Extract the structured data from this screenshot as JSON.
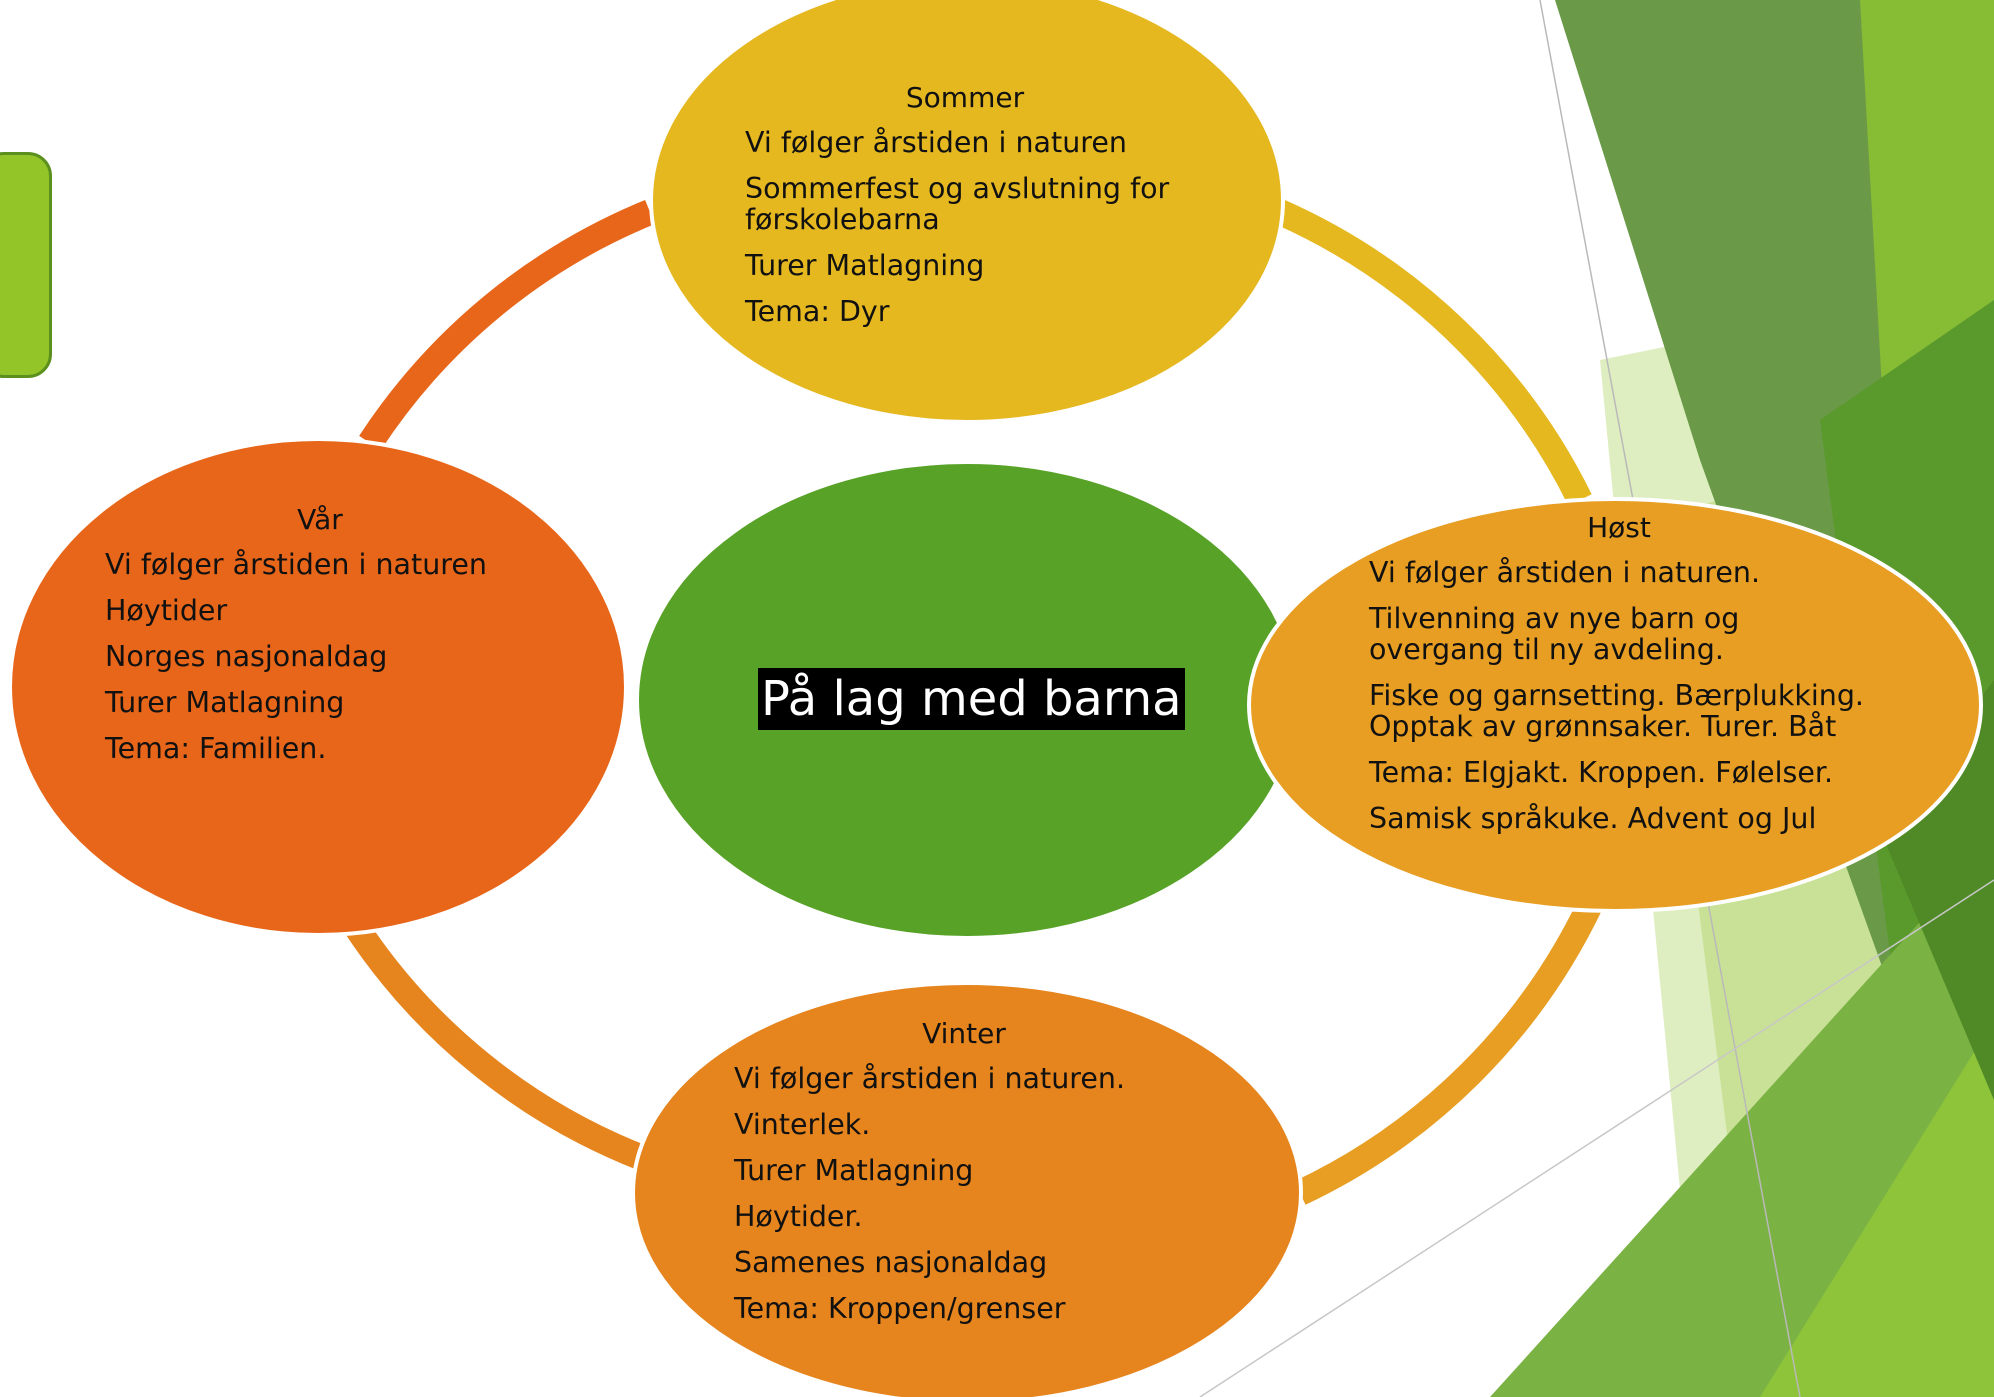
{
  "center": {
    "title": "På lag med barna",
    "color": "#57a227"
  },
  "seasons": {
    "sommer": {
      "title": "Sommer",
      "color": "#e5b820",
      "items": [
        "Vi følger årstiden i naturen",
        "Sommerfest og avslutning for\nførskolebarna",
        "Turer Matlagning",
        "Tema: Dyr"
      ]
    },
    "host": {
      "title": "Høst",
      "color": "#e79e22",
      "items": [
        "Vi følger årstiden i naturen.",
        "Tilvenning av nye barn og\novergang til ny avdeling.",
        "Fiske og garnsetting. Bærplukking.\nOpptak av grønnsaker. Turer. Båt",
        "Tema: Elgjakt. Kroppen. Følelser.",
        "Samisk språkuke. Advent og Jul"
      ]
    },
    "vinter": {
      "title": "Vinter",
      "color": "#e6841d",
      "items": [
        "Vi følger årstiden i naturen.",
        "Vinterlek.",
        "Turer Matlagning",
        "Høytider.",
        "Samenes nasjonaldag",
        "Tema: Kroppen/grenser"
      ]
    },
    "var": {
      "title": "Vår",
      "color": "#e8661a",
      "items": [
        "Vi følger årstiden i naturen",
        "Høytider",
        "Norges nasjonaldag",
        "Turer Matlagning",
        "Tema: Familien."
      ]
    }
  },
  "decoration": {
    "tab_color": "#93c528",
    "green_shades": [
      "#6a9a45",
      "#8cbf35",
      "#76b043",
      "#cfe3a4",
      "#4e8a26"
    ]
  }
}
